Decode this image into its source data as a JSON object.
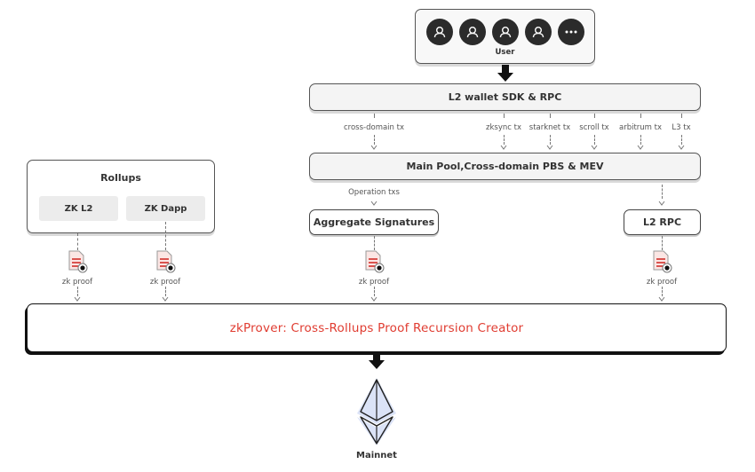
{
  "user_group": {
    "label": "User",
    "avatars": [
      "user-icon",
      "user-icon",
      "user-icon",
      "user-icon",
      "more-icon"
    ]
  },
  "wallet_box": {
    "label": "L2 wallet SDK & RPC"
  },
  "tx_labels": [
    "cross-domain tx",
    "zksync tx",
    "starknet tx",
    "scroll tx",
    "arbitrum tx",
    "L3 tx"
  ],
  "pool_box": {
    "label": "Main Pool,Cross-domain PBS & MEV"
  },
  "operation_label": "Operation txs",
  "aggregate_box": {
    "label": "Aggregate Signatures"
  },
  "l2rpc_box": {
    "label": "L2 RPC"
  },
  "rollups": {
    "title": "Rollups",
    "items": [
      "ZK L2",
      "ZK Dapp"
    ]
  },
  "proof_label": "zk proof",
  "prover": {
    "label": "zkProver: Cross-Rollups Proof Recursion Creator",
    "color": "#e03c31"
  },
  "mainnet": {
    "label": "Mainnet",
    "icon": "ethereum-icon"
  },
  "colors": {
    "proof_doc": "#d9534f",
    "eth_fill": "#dbe3f7"
  }
}
